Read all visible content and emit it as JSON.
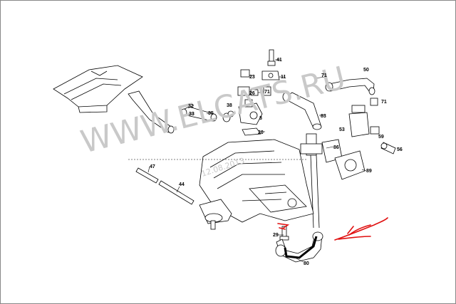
{
  "diagram": {
    "watermark_text": "WWW.ELCATS.RU",
    "watermark_date": "12.08.2013",
    "callouts": [
      {
        "id": "c41",
        "label": "41"
      },
      {
        "id": "c11",
        "label": "11"
      },
      {
        "id": "c71a",
        "label": "71"
      },
      {
        "id": "c50",
        "label": "50"
      },
      {
        "id": "c23",
        "label": "23"
      },
      {
        "id": "c26",
        "label": "26"
      },
      {
        "id": "c71b",
        "label": "71"
      },
      {
        "id": "c71c",
        "label": "71"
      },
      {
        "id": "c32",
        "label": "32"
      },
      {
        "id": "c33",
        "label": "33"
      },
      {
        "id": "c35",
        "label": "35"
      },
      {
        "id": "c38",
        "label": "38"
      },
      {
        "id": "c8",
        "label": "8"
      },
      {
        "id": "c83",
        "label": "83"
      },
      {
        "id": "c20",
        "label": "20"
      },
      {
        "id": "c53",
        "label": "53"
      },
      {
        "id": "c59",
        "label": "59"
      },
      {
        "id": "c56",
        "label": "56"
      },
      {
        "id": "c86",
        "label": "86"
      },
      {
        "id": "c89",
        "label": "89"
      },
      {
        "id": "c47",
        "label": "47"
      },
      {
        "id": "c44",
        "label": "44"
      },
      {
        "id": "c29",
        "label": "29"
      },
      {
        "id": "c80",
        "label": "80"
      }
    ],
    "colors": {
      "annotation": "#e01010",
      "hose_highlight": "#000000",
      "border": "#888888"
    }
  }
}
